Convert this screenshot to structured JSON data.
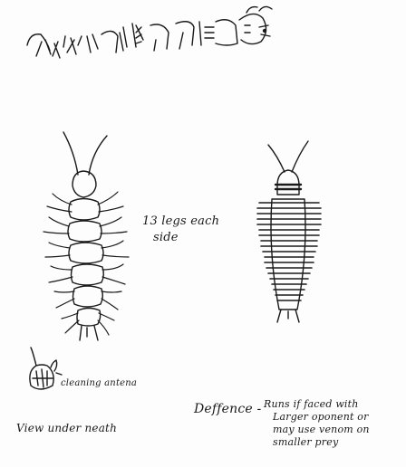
{
  "annotations": {
    "legs_line1": "13 legs each",
    "legs_line2": "side",
    "antenna_label": "cleaning antena",
    "view_label": "View under neath",
    "defence_title": "Deffence -",
    "defence_lines": [
      "Runs if faced with",
      "Larger oponent or",
      "may use venom on",
      "smaller prey"
    ]
  },
  "colors": {
    "ink": "#1a1a1a",
    "paper": "#fdfdfd"
  }
}
